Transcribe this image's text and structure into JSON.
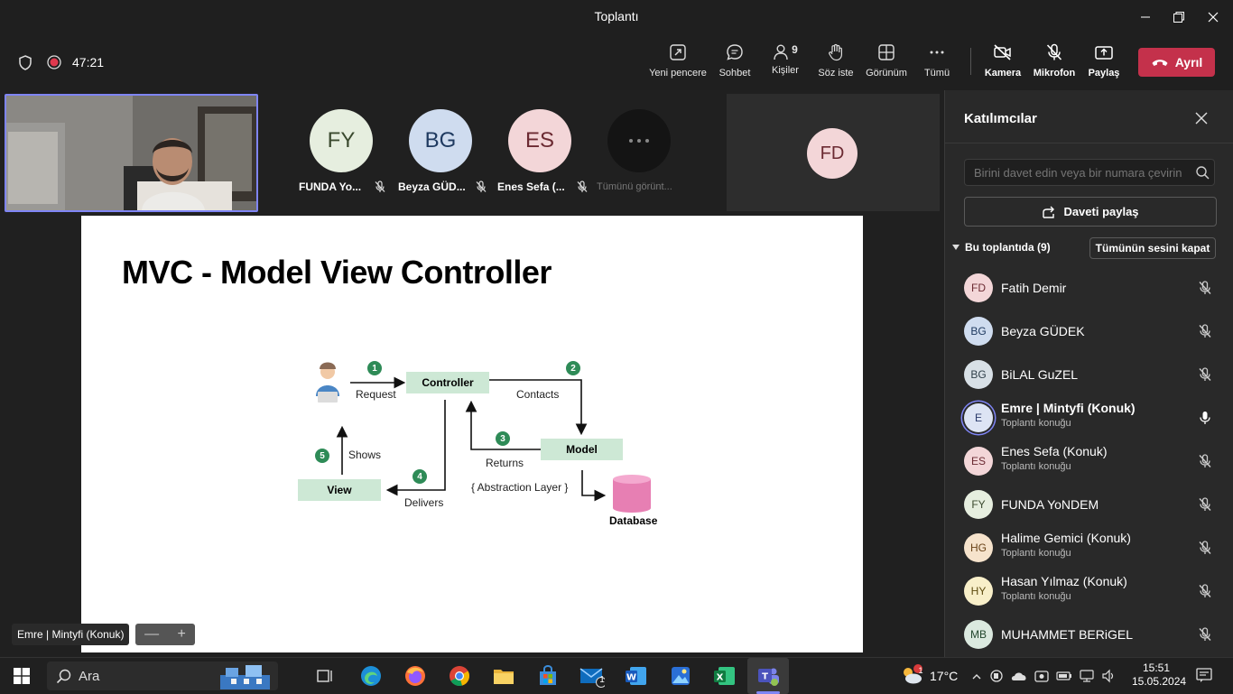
{
  "window": {
    "title": "Toplantı"
  },
  "toolbar": {
    "timer": "47:21",
    "items": [
      {
        "label": "Yeni pencere",
        "icon": "popout-icon"
      },
      {
        "label": "Sohbet",
        "icon": "chat-icon"
      },
      {
        "label": "Kişiler",
        "icon": "people-icon",
        "count": "9"
      },
      {
        "label": "Söz iste",
        "icon": "raise-hand-icon"
      },
      {
        "label": "Görünüm",
        "icon": "view-grid-icon"
      },
      {
        "label": "Tümü",
        "icon": "more-icon"
      },
      {
        "label": "Kamera",
        "icon": "camera-off-icon"
      },
      {
        "label": "Mikrofon",
        "icon": "mic-off-icon"
      },
      {
        "label": "Paylaş",
        "icon": "share-icon"
      }
    ],
    "leave_label": "Ayrıl"
  },
  "gallery": [
    {
      "initials": "FY",
      "name": "FUNDA Yo...",
      "bg": "#e6eedf",
      "fg": "#3b4a2f"
    },
    {
      "initials": "BG",
      "name": "Beyza GÜD...",
      "bg": "#cfdcef",
      "fg": "#1f3a60"
    },
    {
      "initials": "ES",
      "name": "Enes Sefa (...",
      "bg": "#f3d6d8",
      "fg": "#6b2a32"
    }
  ],
  "gallery_more_label": "Tümünü görünt...",
  "fd_tile": {
    "initials": "FD"
  },
  "slide": {
    "title": "MVC - Model View Controller",
    "diagram": {
      "controller": "Controller",
      "model": "Model",
      "view": "View",
      "database": "Database",
      "request": "Request",
      "contacts": "Contacts",
      "returns": "Returns",
      "delivers": "Delivers",
      "shows": "Shows",
      "abstraction": "{ Abstraction Layer }",
      "n1": "1",
      "n2": "2",
      "n3": "3",
      "n4": "4",
      "n5": "5"
    }
  },
  "speaker_label": "Emre | Mintyfi (Konuk)",
  "zoom": {
    "minus": "—",
    "plus": "+"
  },
  "panel": {
    "title": "Katılımcılar",
    "invite_placeholder": "Birini davet edin veya bir numara çevirin",
    "share_invite": "Daveti paylaş",
    "section": "Bu toplantıda (9)",
    "mute_all": "Tümünün sesini kapat",
    "participants": [
      {
        "initials": "FD",
        "name": "Fatih Demir",
        "sub": "",
        "bg": "#f3d6d8",
        "fg": "#6b2a32",
        "mic": "off"
      },
      {
        "initials": "BG",
        "name": "Beyza GÜDEK",
        "sub": "",
        "bg": "#cfdcef",
        "fg": "#1f3a60",
        "mic": "off"
      },
      {
        "initials": "BG",
        "name": "BiLAL GuZEL",
        "sub": "",
        "bg": "#d8e0e6",
        "fg": "#30404a",
        "mic": "off"
      },
      {
        "initials": "E",
        "name": "Emre | Mintyfi (Konuk)",
        "sub": "Toplantı konuğu",
        "bg": "#dde4f4",
        "fg": "#2a3a6a",
        "mic": "on"
      },
      {
        "initials": "ES",
        "name": "Enes Sefa (Konuk)",
        "sub": "Toplantı konuğu",
        "bg": "#f3d6d8",
        "fg": "#6b2a32",
        "mic": "off"
      },
      {
        "initials": "FY",
        "name": "FUNDA YoNDEM",
        "sub": "",
        "bg": "#e6eedf",
        "fg": "#3b4a2f",
        "mic": "off"
      },
      {
        "initials": "HG",
        "name": "Halime Gemici (Konuk)",
        "sub": "Toplantı konuğu",
        "bg": "#f6e3cc",
        "fg": "#6a4318",
        "mic": "off"
      },
      {
        "initials": "HY",
        "name": "Hasan Yılmaz (Konuk)",
        "sub": "Toplantı konuğu",
        "bg": "#f8efc9",
        "fg": "#5e4c10",
        "mic": "off"
      },
      {
        "initials": "MB",
        "name": "MUHAMMET BERiGEL",
        "sub": "",
        "bg": "#dbe9df",
        "fg": "#24482f",
        "mic": "off"
      }
    ]
  },
  "taskbar": {
    "search_label": "Ara",
    "weather": "17°C",
    "weather_badge": "1",
    "mail_badge": "1",
    "time": "15:51",
    "date": "15.05.2024"
  }
}
